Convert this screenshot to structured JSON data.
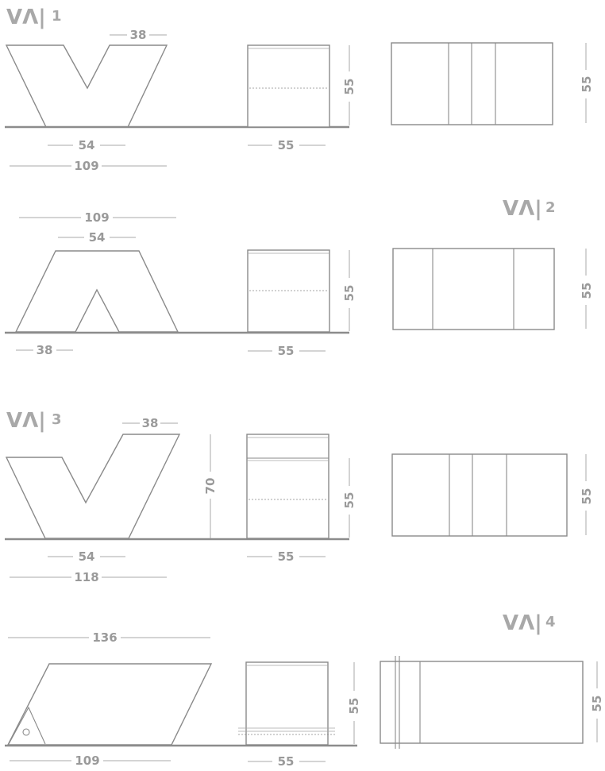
{
  "logo": {
    "letters": "VΛ|"
  },
  "models": [
    {
      "number": "1",
      "side_dims": {
        "top": "38",
        "base": "54",
        "length": "109"
      },
      "end_dims": {
        "width": "55",
        "height": "55"
      },
      "top_view": {
        "height": "55"
      }
    },
    {
      "number": "2",
      "side_dims": {
        "length": "109",
        "top": "54",
        "base": "38"
      },
      "end_dims": {
        "width": "55",
        "height": "55"
      },
      "top_view": {
        "height": "55"
      }
    },
    {
      "number": "3",
      "side_dims": {
        "top": "38",
        "base": "54",
        "length": "118",
        "back_height": "70"
      },
      "end_dims": {
        "width": "55",
        "height": "55"
      },
      "top_view": {
        "height": "55"
      }
    },
    {
      "number": "4",
      "side_dims": {
        "top": "136",
        "base": "109"
      },
      "end_dims": {
        "width": "55",
        "height": "55"
      },
      "top_view": {
        "height": "55"
      }
    }
  ]
}
